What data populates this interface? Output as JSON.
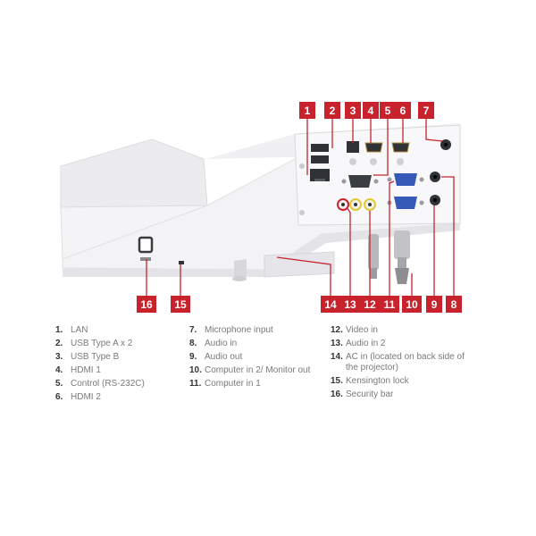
{
  "colors": {
    "callout": "#c8232c",
    "projector_body": "#f1f1f3",
    "panel": "#f7f7f9",
    "port_dark": "#2f3338",
    "port_blue": "#3659b8"
  },
  "callouts": [
    "1",
    "2",
    "3",
    "4",
    "5",
    "6",
    "7",
    "8",
    "9",
    "10",
    "11",
    "12",
    "13",
    "14",
    "15",
    "16"
  ],
  "legend": {
    "columns": [
      [
        {
          "num": "1.",
          "text": "LAN"
        },
        {
          "num": "2.",
          "text": "USB Type A x 2"
        },
        {
          "num": "3.",
          "text": "USB Type B"
        },
        {
          "num": "4.",
          "text": "HDMI 1"
        },
        {
          "num": "5.",
          "text": "Control (RS-232C)"
        },
        {
          "num": "6.",
          "text": "HDMI 2"
        }
      ],
      [
        {
          "num": "7.",
          "text": "Microphone input"
        },
        {
          "num": "8.",
          "text": "Audio in"
        },
        {
          "num": "9.",
          "text": "Audio out"
        },
        {
          "num": "10.",
          "text": "Computer in 2/ Monitor out"
        },
        {
          "num": "11.",
          "text": "Computer in 1"
        }
      ],
      [
        {
          "num": "12.",
          "text": "Video in"
        },
        {
          "num": "13.",
          "text": "Audio in 2"
        },
        {
          "num": "14.",
          "text": "AC in (located on back side of the projector)"
        },
        {
          "num": "15.",
          "text": "Kensington lock"
        },
        {
          "num": "16.",
          "text": "Security bar"
        }
      ]
    ]
  }
}
